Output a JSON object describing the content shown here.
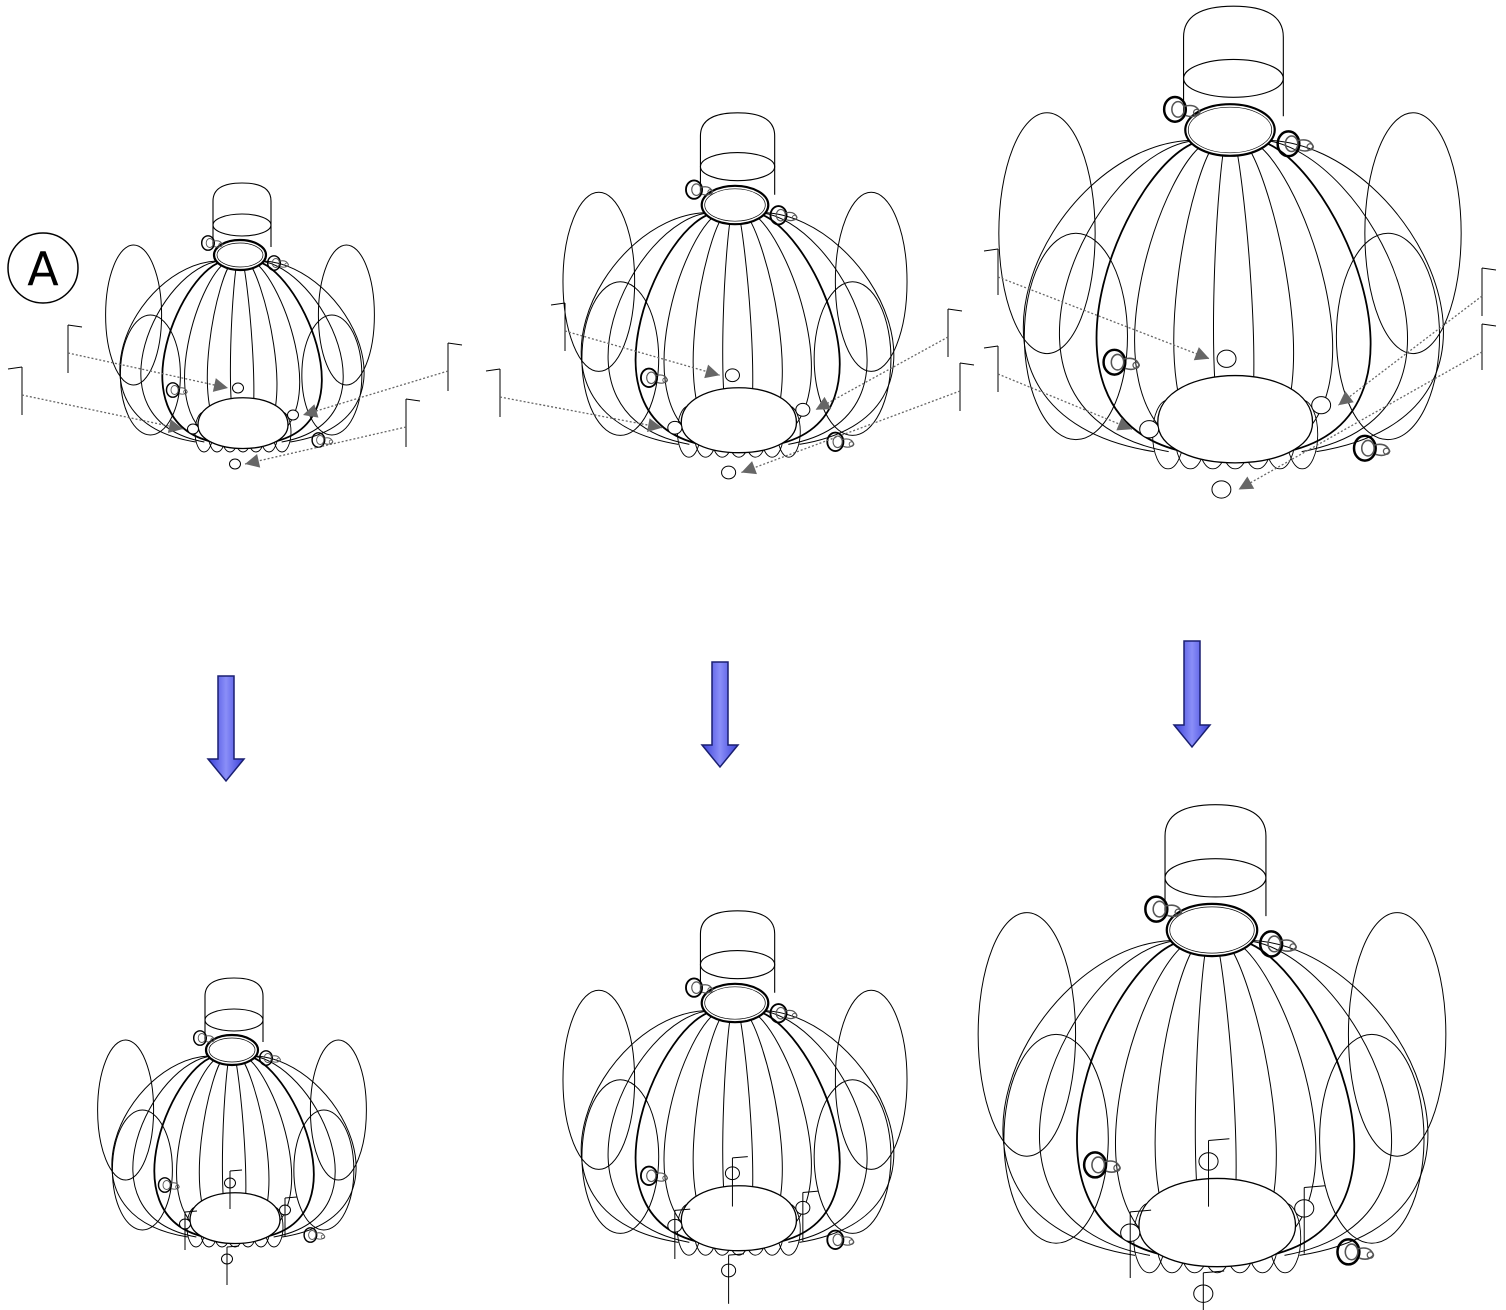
{
  "panel_label": "A",
  "arrow_color_top": "#6f74f5",
  "arrow_color_bottom": "#2c33c8",
  "stroke_color": "#000000",
  "leader_color": "#666666",
  "frames": [
    {
      "name": "small-before",
      "state": "stakes-around"
    },
    {
      "name": "medium-before",
      "state": "stakes-around"
    },
    {
      "name": "large-before",
      "state": "stakes-around"
    },
    {
      "name": "small-after",
      "state": "stakes-inside"
    },
    {
      "name": "medium-after",
      "state": "stakes-inside"
    },
    {
      "name": "large-after",
      "state": "stakes-inside"
    }
  ]
}
